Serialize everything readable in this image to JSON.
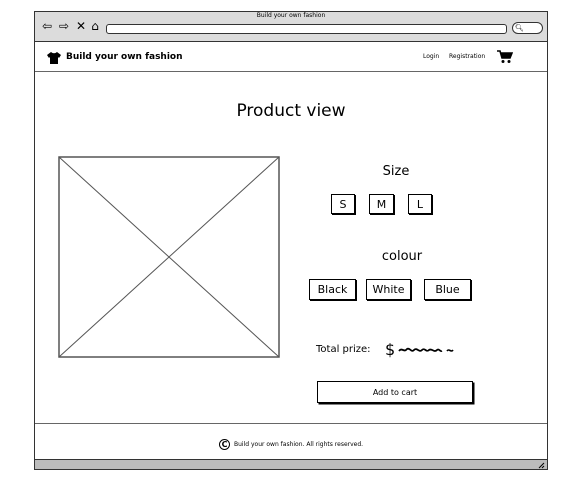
{
  "window": {
    "title": "Build your own fashion"
  },
  "icons": {
    "back": "arrow-left-icon",
    "forward": "arrow-right-icon",
    "stop": "close-icon",
    "home": "home-icon",
    "search": "search-icon",
    "brand": "tshirt-icon",
    "cart": "cart-icon",
    "copyright": "copyright-icon"
  },
  "header": {
    "brand": "Build your own fashion",
    "login": "Login",
    "registration": "Registration"
  },
  "main": {
    "title": "Product view",
    "size_label": "Size",
    "sizes": [
      "S",
      "M",
      "L"
    ],
    "colour_label": "colour",
    "colours": [
      "Black",
      "White",
      "Blue"
    ],
    "total_label": "Total prize:",
    "currency": "$",
    "add_to_cart": "Add to cart"
  },
  "footer": {
    "copyright_symbol": "C",
    "text": "Build your own fashion. All rights reserved."
  }
}
